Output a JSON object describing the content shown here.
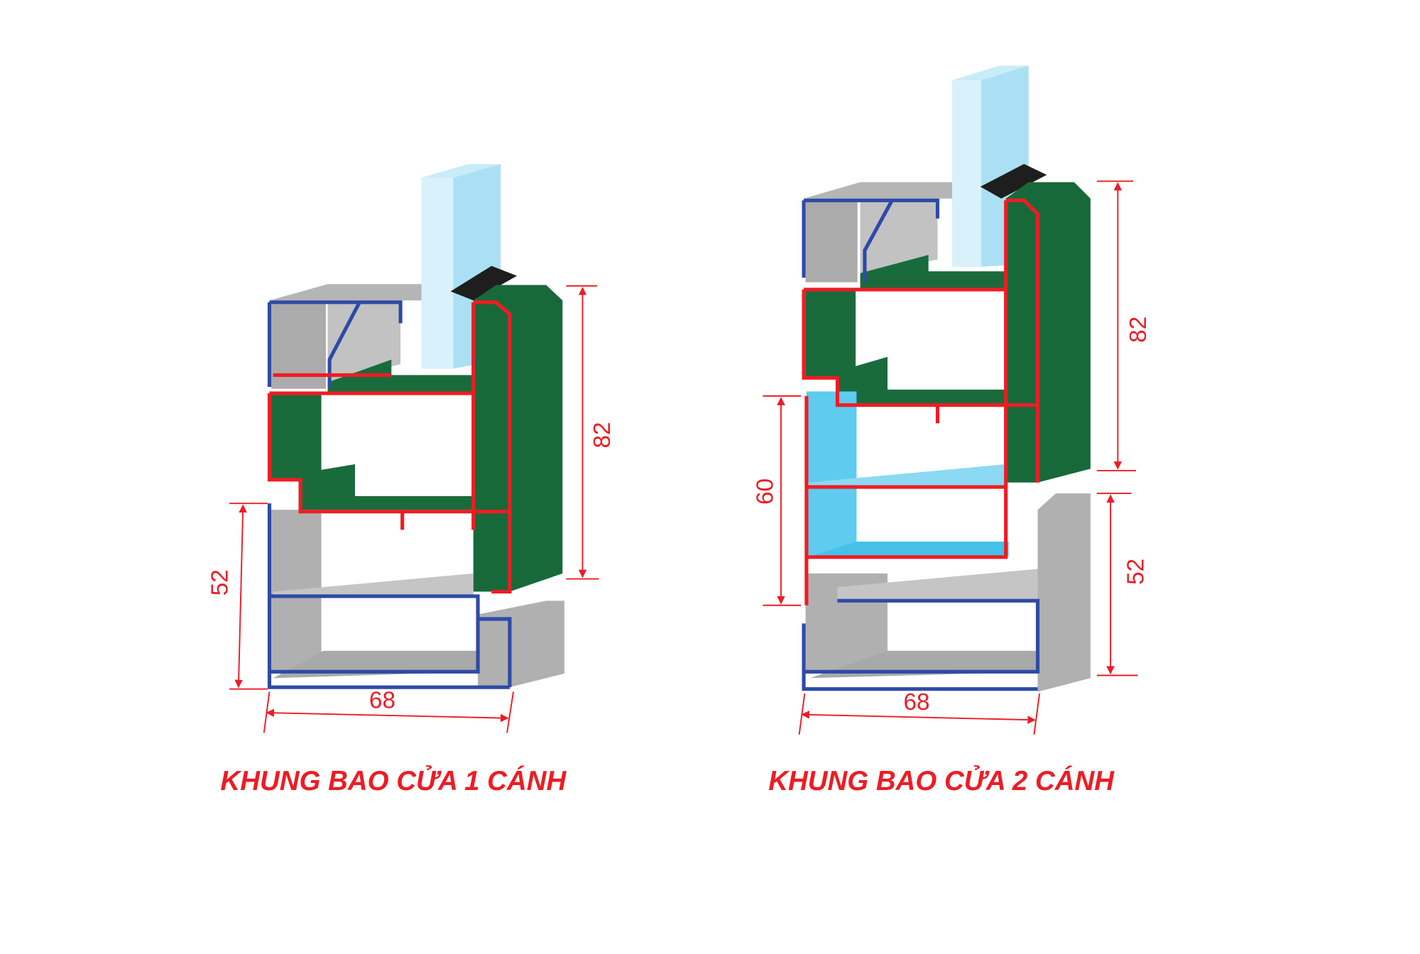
{
  "diagrams": [
    {
      "title": "KHUNG BAO CỬA 1 CÁNH",
      "dimensions": {
        "width": "68",
        "height_upper": "82",
        "height_lower": "52"
      }
    },
    {
      "title": "KHUNG BAO CỬA 2 CÁNH",
      "dimensions": {
        "width": "68",
        "height_upper": "82",
        "height_lower": "52",
        "height_middle": "60"
      }
    }
  ],
  "colors": {
    "outline_red": "#ee1c24",
    "outline_blue": "#2e4aa8",
    "fill_green": "#18693a",
    "fill_gray": "#b3b3b3",
    "glass": "#abe0f4",
    "fill_cyan": "#5ecbef"
  }
}
